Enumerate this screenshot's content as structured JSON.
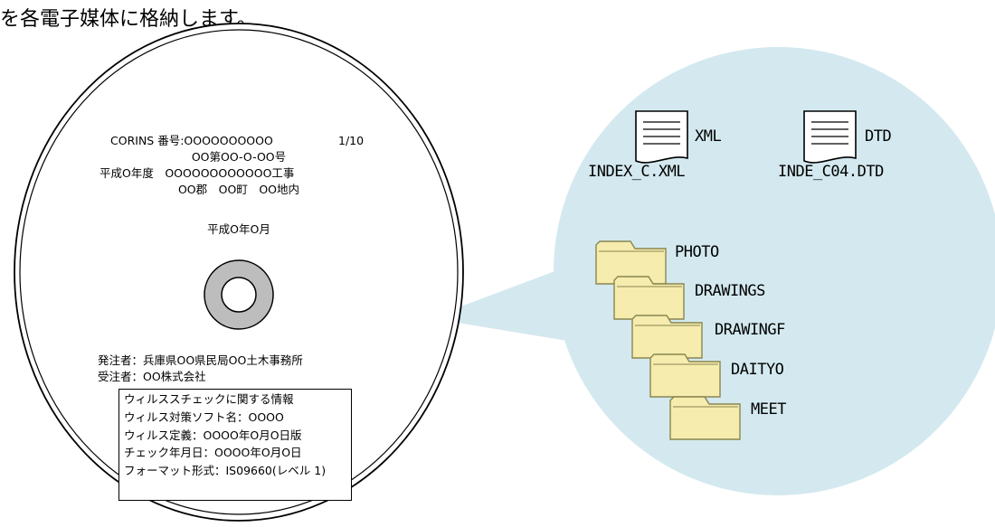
{
  "intro": "を各電子媒体に格納します。",
  "label": {
    "corins_line": "CORINS 番号:OOOOOOOOOO",
    "disc_number": "1/10",
    "number_line": "OO第OO-O-OO号",
    "project_line": "平成O年度　OOOOOOOOOOOO工事",
    "location_line": "OO郡　OO町　OO地内",
    "date_line": "平成O年O月",
    "orderer": "発注者：兵庫県OO県民局OO土木事務所",
    "contractor": "受注者：OO株式会社"
  },
  "virus_info": {
    "heading": "ウィルススチェックに関する情報",
    "software": "ウィルス対策ソフト名：OOOO",
    "definition": "ウィルス定義：OOOO年O月O日版",
    "check_date": "チェック年月日：OOOO年O月O日",
    "format": "フォーマット形式：IS09660(レベル 1)"
  },
  "files": [
    {
      "type": "XML",
      "name": "INDEX_C.XML",
      "icon": "document-icon"
    },
    {
      "type": "DTD",
      "name": "INDE_C04.DTD",
      "icon": "document-icon"
    }
  ],
  "folders": [
    {
      "name": "PHOTO",
      "icon": "folder-icon"
    },
    {
      "name": "DRAWINGS",
      "icon": "folder-icon"
    },
    {
      "name": "DRAWINGF",
      "icon": "folder-icon"
    },
    {
      "name": "DAITYO",
      "icon": "folder-icon"
    },
    {
      "name": "MEET",
      "icon": "folder-icon"
    }
  ],
  "colors": {
    "bubble": "#d3e9ef",
    "folder_fill": "#f5ecad",
    "folder_stroke": "#8a8550",
    "hub_ring": "#bdbdbd"
  }
}
